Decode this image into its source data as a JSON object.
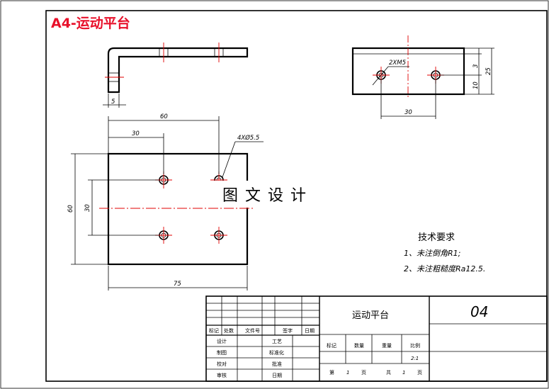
{
  "title": "A4-运动平台",
  "watermark": "图文设计",
  "top_view_dims": {
    "thickness": "5"
  },
  "plan_view_dims": {
    "width_60": "60",
    "offset_30": "30",
    "holes": "4XØ5.5",
    "height_60": "60",
    "height_30": "30",
    "width_75": "75"
  },
  "side_view_dims": {
    "thread": "2XM5",
    "spacing_30": "30",
    "dim_3": "3",
    "dim_10": "10",
    "dim_25": "25"
  },
  "tech_requirements": {
    "title": "技术要求",
    "line1": "1、未注倒角R1;",
    "line2": "2、未注粗糙度Ra12.5."
  },
  "title_block": {
    "part_name": "运动平台",
    "drawing_no": "04",
    "rev_headers": [
      "标记",
      "处数",
      "文件号",
      "签字",
      "日期"
    ],
    "left_rows": [
      "设计",
      "制图",
      "校对",
      "审核"
    ],
    "mid_rows": [
      "工艺",
      "标准化",
      "批准",
      "日期"
    ],
    "attr_headers": [
      "标记",
      "数量",
      "重量",
      "比例"
    ],
    "scale": "2:1",
    "sheet_label_1": "第",
    "sheet_num_1": "1",
    "sheet_unit_1": "页",
    "sheet_label_2": "共",
    "sheet_num_2": "1",
    "sheet_unit_2": "页"
  },
  "colors": {
    "centerline": "#e00000",
    "title": "#e8102a"
  }
}
